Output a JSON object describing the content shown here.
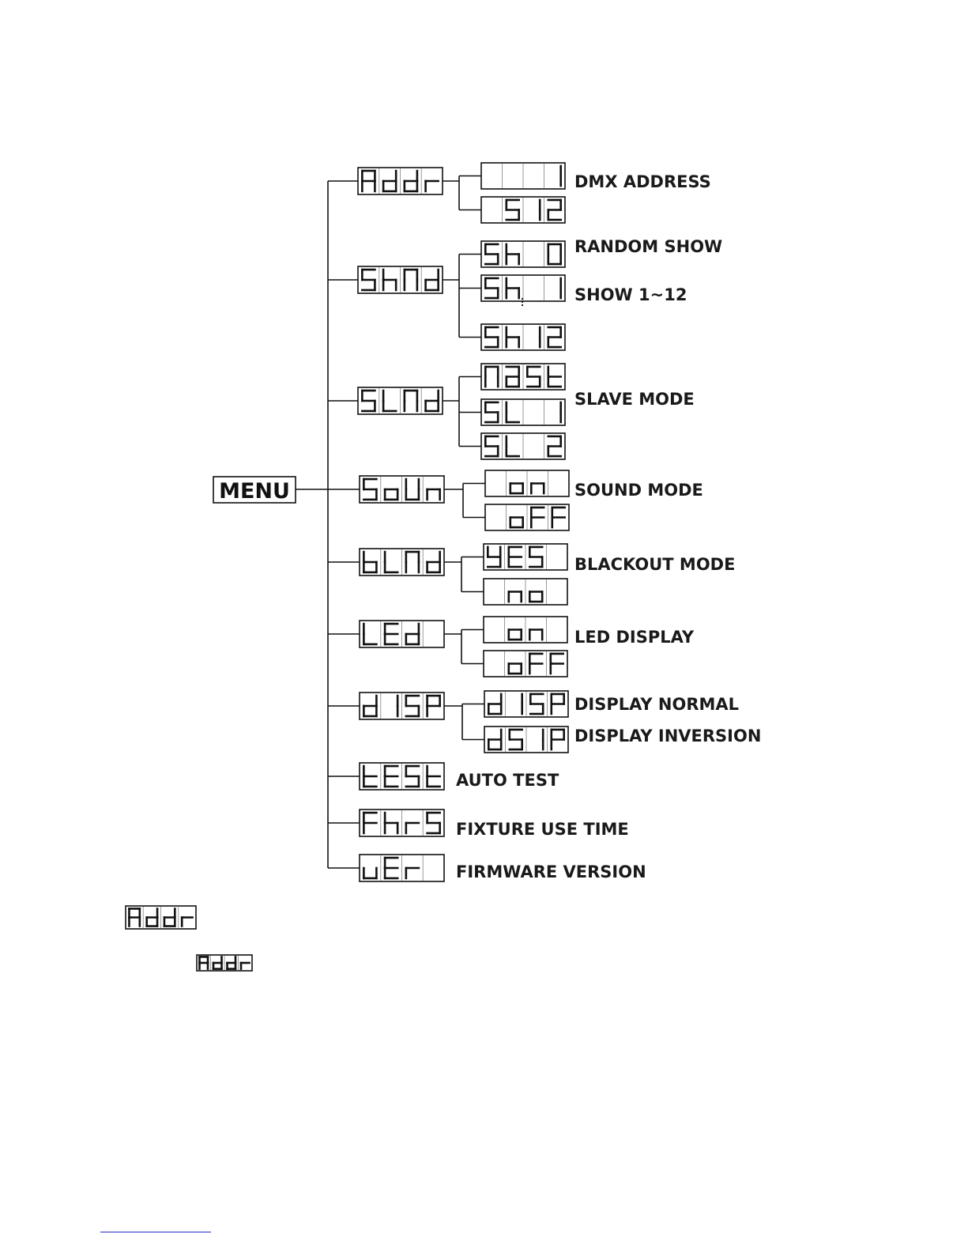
{
  "menu": {
    "label": "MENU"
  },
  "items": [
    {
      "code": "Addr",
      "options": [
        "   1",
        " 512"
      ],
      "labels": [
        "DMX ADDRESS"
      ]
    },
    {
      "code": "ShNd",
      "options": [
        "Sh 0",
        "Sh 1",
        "Sh12"
      ],
      "labels": [
        "RANDOM SHOW",
        "SHOW 1~12"
      ]
    },
    {
      "code": "SLNd",
      "options": [
        "NaSt",
        "SL 1",
        "SL 2"
      ],
      "labels": [
        "SLAVE MODE"
      ]
    },
    {
      "code": "SoUn",
      "options": [
        " on",
        " oFF"
      ],
      "labels": [
        "SOUND MODE"
      ]
    },
    {
      "code": "bLNd",
      "options": [
        "YES",
        " no"
      ],
      "labels": [
        "BLACKOUT MODE"
      ]
    },
    {
      "code": "LEd",
      "options": [
        " on",
        " oFF"
      ],
      "labels": [
        "LED DISPLAY"
      ]
    },
    {
      "code": "dISP",
      "options": [
        "dISP",
        "dSIP"
      ],
      "labels": [
        "DISPLAY NORMAL",
        "DISPLAY INVERSION"
      ]
    },
    {
      "code": "tESt",
      "options": [],
      "labels": [
        "AUTO TEST"
      ]
    },
    {
      "code": "FhrS",
      "options": [],
      "labels": [
        "FIXTURE USE TIME"
      ]
    },
    {
      "code": "vEr",
      "options": [],
      "labels": [
        "FIRMWARE VERSION"
      ]
    }
  ],
  "footnote_displays": [
    "Addr",
    "Addr"
  ],
  "colors": {
    "ink": "#111111",
    "cell_separator": "#9a9a9a",
    "link": "#2a2ac8"
  }
}
